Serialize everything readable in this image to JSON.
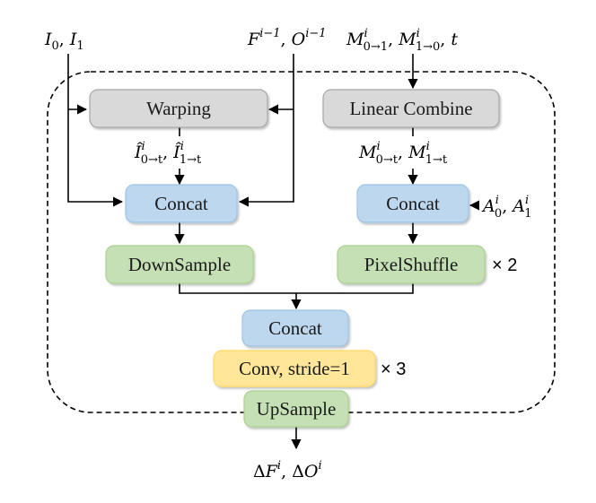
{
  "nodes": {
    "warping": "Warping",
    "linear_combine": "Linear Combine",
    "concat_left": "Concat",
    "concat_right": "Concat",
    "downsample": "DownSample",
    "pixelshuffle": "PixelShuffle",
    "concat_center": "Concat",
    "conv": "Conv, stride=1",
    "upsample": "UpSample"
  },
  "multipliers": {
    "pixelshuffle": "× 2",
    "conv": "× 3"
  },
  "inputs": {
    "images": {
      "I": "I",
      "sub0": "0",
      "sub1": "1"
    },
    "prev": {
      "F": "F",
      "O": "O",
      "sup": "i−1"
    },
    "masks": {
      "M": "M",
      "sup": "i",
      "sub01": "0→1",
      "sub10": "1→0",
      "t": "t"
    },
    "warped": {
      "I": "Î",
      "sup": "i",
      "sub0t": "0→t",
      "sub1t": "1→t"
    },
    "masks_t": {
      "M": "M",
      "sup": "i",
      "sub0t": "0→t",
      "sub1t": "1→t"
    },
    "attn": {
      "A": "A",
      "sup": "i",
      "sub0": "0",
      "sub1": "1"
    }
  },
  "output": {
    "delta": "Δ",
    "F": "F",
    "O": "O",
    "sup": "i"
  },
  "colors": {
    "gray_box": "#d9d9d9",
    "blue_box": "#bdd7ee",
    "green_box": "#c5e0b4",
    "yellow_box": "#ffe699",
    "box_border_gray": "#a6a6a6",
    "box_border_blue": "#9dc3e6",
    "box_border_green": "#a9d18e",
    "box_border_yellow": "#ffd966"
  }
}
